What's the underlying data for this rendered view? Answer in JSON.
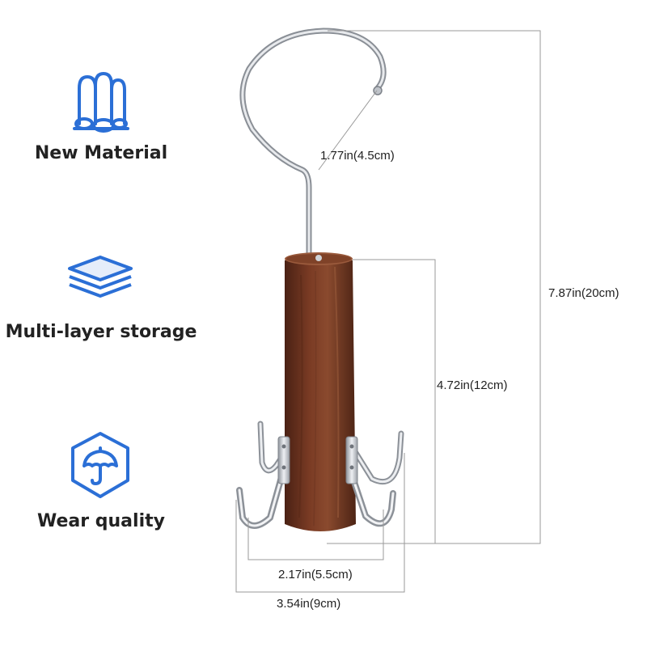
{
  "features": [
    {
      "icon": "material-rolls-icon",
      "label": "New Material"
    },
    {
      "icon": "stacked-layers-icon",
      "label": "Multi-layer storage"
    },
    {
      "icon": "umbrella-shield-icon",
      "label": "Wear quality"
    }
  ],
  "dimensions": {
    "hook_width": "1.77in(4.5cm)",
    "total_height": "7.87in(20cm)",
    "body_height": "4.72in(12cm)",
    "inner_width": "2.17in(5.5cm)",
    "outer_width": "3.54in(9cm)"
  },
  "colors": {
    "icon_blue": "#2b6fd6",
    "wood": "#6b3420",
    "metal": "#c9ccd2",
    "dimension_line": "#9a9a9a"
  }
}
